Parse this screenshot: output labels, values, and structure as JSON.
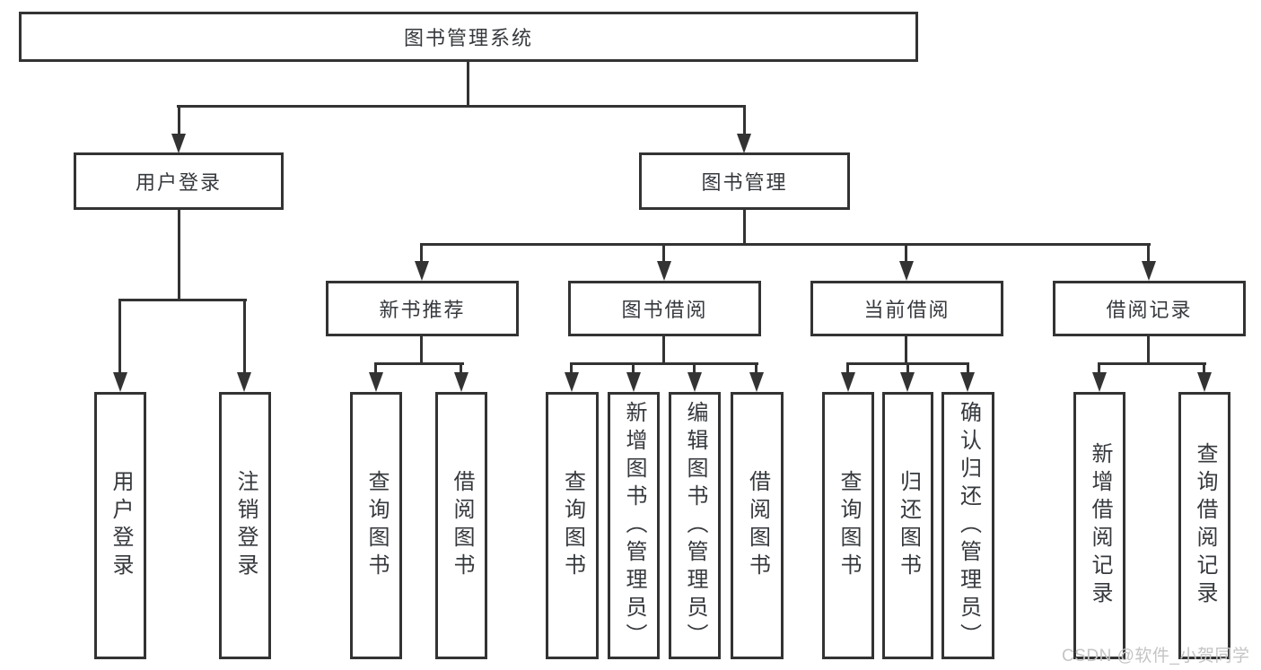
{
  "diagram_title": "图书管理系统",
  "nodes": {
    "root": "图书管理系统",
    "user_login": "用户登录",
    "book_mgmt": "图书管理",
    "new_book_rec": "新书推荐",
    "book_borrow": "图书借阅",
    "current_borrow": "当前借阅",
    "borrow_records": "借阅记录"
  },
  "leaves": {
    "user_login_children": [
      "用户登录",
      "注销登录"
    ],
    "new_book_rec_children": [
      "查询图书",
      "借阅图书"
    ],
    "book_borrow_children": [
      "查询图书",
      "新增图书（管理员）",
      "编辑图书（管理员）",
      "借阅图书"
    ],
    "current_borrow_children": [
      "查询图书",
      "归还图书",
      "确认归还（管理员）"
    ],
    "borrow_records_children": [
      "新增借阅记录",
      "查询借阅记录"
    ]
  },
  "hierarchy": {
    "图书管理系统": {
      "用户登录": [
        "用户登录",
        "注销登录"
      ],
      "图书管理": {
        "新书推荐": [
          "查询图书",
          "借阅图书"
        ],
        "图书借阅": [
          "查询图书",
          "新增图书（管理员）",
          "编辑图书（管理员）",
          "借阅图书"
        ],
        "当前借阅": [
          "查询图书",
          "归还图书",
          "确认归还（管理员）"
        ],
        "借阅记录": [
          "新增借阅记录",
          "查询借阅记录"
        ]
      }
    }
  },
  "watermark": "CSDN @软件_小贺同学",
  "colors": {
    "line": "#333333",
    "text": "#36393d",
    "background": "#ffffff",
    "watermark": "#c4c4c4"
  }
}
